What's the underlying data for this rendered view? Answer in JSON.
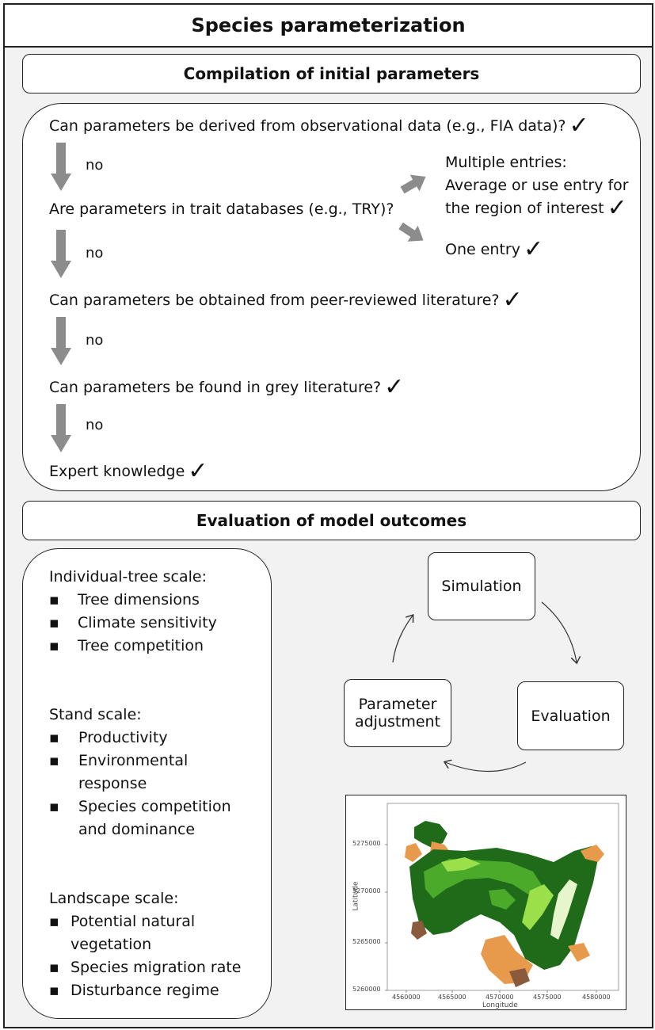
{
  "title": "Species parameterization",
  "section1": {
    "header": "Compilation of initial parameters",
    "q1": "Can parameters be derived from observational data (e.g., FIA data)?",
    "q2": "Are parameters in trait databases (e.g., TRY)?",
    "q3": "Can parameters be obtained from peer-reviewed literature?",
    "q4": "Can parameters be found in grey literature?",
    "q5": "Expert knowledge",
    "no_label": "no",
    "multi_line1": "Multiple entries:",
    "multi_line2": "Average or use entry for",
    "multi_line3": "the region of interest",
    "one_entry": "One entry",
    "check_symbol": "✓"
  },
  "section2": {
    "header": "Evaluation of model outcomes",
    "individual_head": "Individual-tree scale:",
    "individual_items": [
      "Tree dimensions",
      "Climate sensitivity",
      "Tree competition"
    ],
    "stand_head": "Stand scale:",
    "stand_items": [
      "Productivity",
      "Environmental",
      "response",
      "Species competition",
      "and dominance"
    ],
    "landscape_head": "Landscape scale:",
    "landscape_items": [
      "Potential natural",
      "vegetation",
      "Species migration rate",
      "Disturbance regime"
    ],
    "cycle": {
      "simulation": "Simulation",
      "evaluation": "Evaluation",
      "param_line1": "Parameter",
      "param_line2": "adjustment"
    }
  },
  "map": {
    "xlabel": "Longitude",
    "ylabel": "Latitude",
    "xticks": [
      "4560000",
      "4565000",
      "4570000",
      "4575000",
      "4580000"
    ],
    "yticks": [
      "5275000",
      "5270000",
      "5265000",
      "5260000"
    ],
    "colors": {
      "dark_green": "#1f6b1a",
      "green": "#4caa2a",
      "light_green": "#9be04a",
      "orange": "#e89a4c",
      "brown": "#8a5a3c"
    }
  }
}
